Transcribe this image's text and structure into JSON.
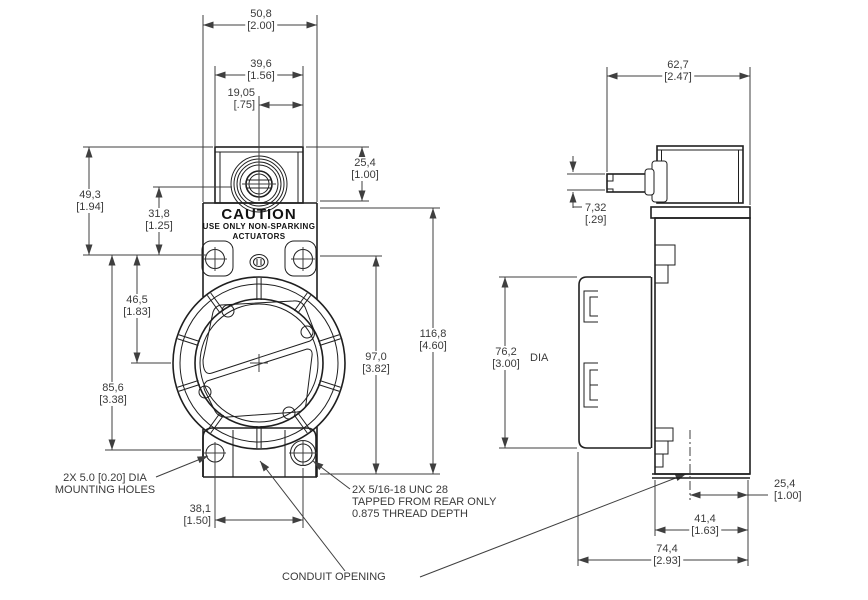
{
  "drawing": {
    "type": "dimension-drawing",
    "views": {
      "front": "front-view",
      "side": "side-view"
    }
  },
  "caution": {
    "title": "CAUTION",
    "line1": "USE ONLY NON-SPARKING",
    "line2": "ACTUATORS"
  },
  "dims": {
    "overall_width": {
      "mm": "50,8",
      "in": "[2.00]"
    },
    "head_width": {
      "mm": "39,6",
      "in": "[1.56]"
    },
    "shaft_offset": {
      "mm": "19,05",
      "in": "[.75]"
    },
    "head_height": {
      "mm": "25,4",
      "in": "[1.00]"
    },
    "top_to_button": {
      "mm": "49,3",
      "in": "[1.94]"
    },
    "shaft_to_button": {
      "mm": "31,8",
      "in": "[1.25]"
    },
    "button_to_center": {
      "mm": "46,5",
      "in": "[1.83]"
    },
    "button_to_mount": {
      "mm": "85,6",
      "in": "[3.38]"
    },
    "button_to_bottom": {
      "mm": "97,0",
      "in": "[3.82]"
    },
    "body_height": {
      "mm": "116,8",
      "in": "[4.60]"
    },
    "mount_spacing": {
      "mm": "38,1",
      "in": "[1.50]"
    },
    "head_depth": {
      "mm": "62,7",
      "in": "[2.47]"
    },
    "shaft_dia": {
      "mm": "7,32",
      "in": "[.29]"
    },
    "cover_dia": {
      "mm": "76,2",
      "in": "[3.00]"
    },
    "cover_dia_suffix": "DIA",
    "conduit_to_back": {
      "mm": "25,4",
      "in": "[1.00]"
    },
    "base_depth": {
      "mm": "41,4",
      "in": "[1.63]"
    },
    "overall_depth": {
      "mm": "74,4",
      "in": "[2.93]"
    }
  },
  "notes": {
    "mounting": [
      "2X 5.0 [0.20] DIA",
      "MOUNTING HOLES"
    ],
    "tapped": [
      "2X 5/16-18 UNC 28",
      "TAPPED FROM REAR ONLY",
      "0.875 THREAD DEPTH"
    ],
    "conduit": "CONDUIT OPENING"
  },
  "colors": {
    "outline": "#1f1f1f",
    "dimension": "#3f3f3f",
    "text": "#3a3a3a",
    "background": "#ffffff"
  }
}
